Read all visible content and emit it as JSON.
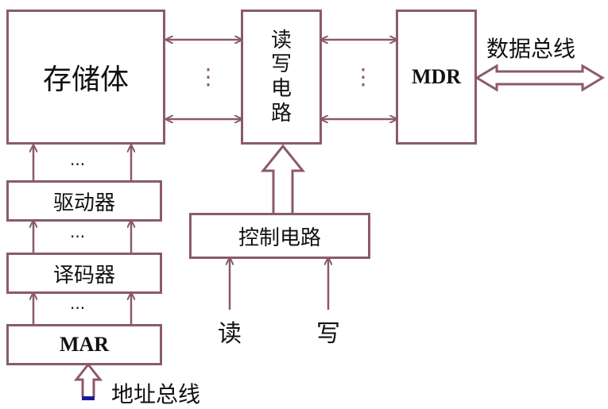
{
  "memory": {
    "label": "存储体"
  },
  "rw_circuit": {
    "chars": [
      "读",
      "写",
      "电",
      "路"
    ]
  },
  "mdr": {
    "label": "MDR"
  },
  "data_bus": {
    "label": "数据总线"
  },
  "driver": {
    "label": "驱动器"
  },
  "decoder": {
    "label": "译码器"
  },
  "mar": {
    "label": "MAR"
  },
  "address_bus": {
    "label": "地址总线"
  },
  "control_circuit": {
    "label": "控制电路"
  },
  "read_signal": {
    "label": "读"
  },
  "write_signal": {
    "label": "写"
  },
  "ellipsis": {
    "vertical": "⋮",
    "horizontal": "···"
  },
  "colors": {
    "line": "#8a5a6e",
    "text": "#111111",
    "marker": "#1a1aa0"
  }
}
